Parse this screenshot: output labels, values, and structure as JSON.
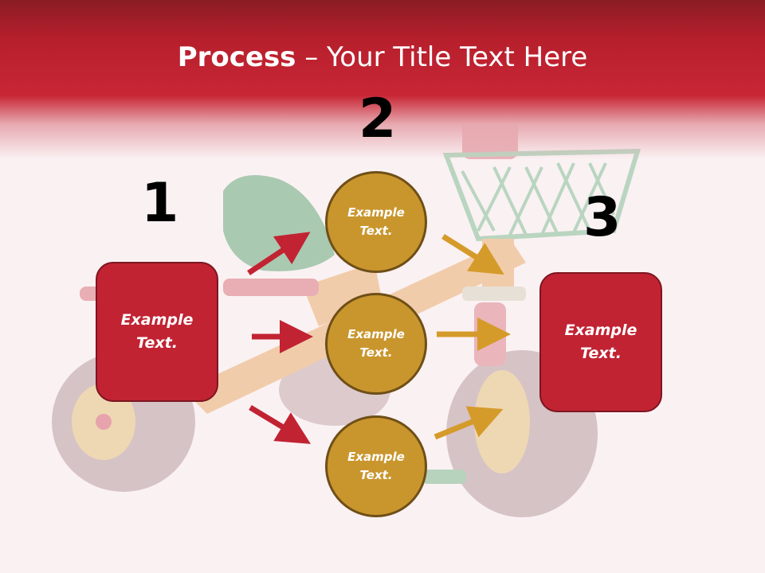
{
  "title": {
    "bold": "Process",
    "rest": " – Your Title Text Here"
  },
  "numbers": [
    "1",
    "2",
    "3"
  ],
  "left_box": {
    "line1": "Example",
    "line2": "Text."
  },
  "right_box": {
    "line1": "Example",
    "line2": "Text."
  },
  "circles": [
    {
      "line1": "Example",
      "line2": "Text."
    },
    {
      "line1": "Example",
      "line2": "Text."
    },
    {
      "line1": "Example",
      "line2": "Text."
    }
  ],
  "colors": {
    "header_red": "#c82635",
    "box_red": "#c12333",
    "circle_gold": "#c9962e",
    "arrow_red": "#c12333",
    "arrow_gold": "#d59b2a"
  }
}
